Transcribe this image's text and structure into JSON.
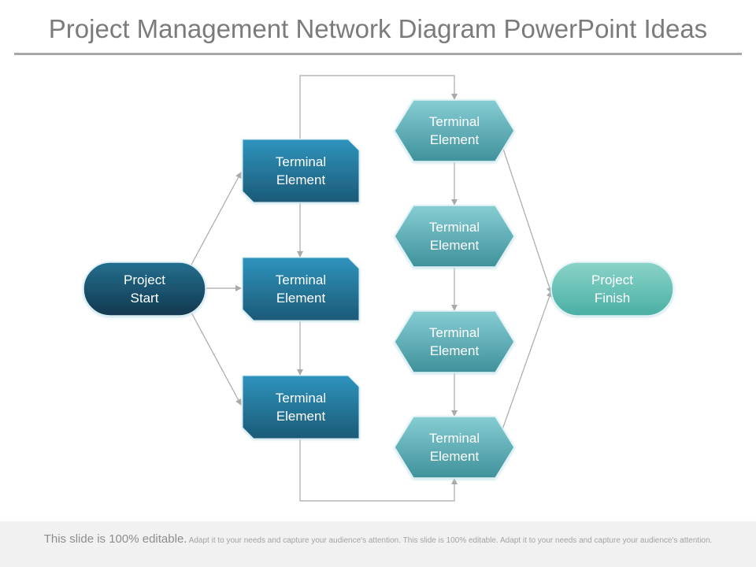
{
  "title": "Project Management Network Diagram PowerPoint Ideas",
  "colors": {
    "dark_blue": "#1f6f8f",
    "mid_blue": "#2a86ab",
    "teal": "#4ea9b3",
    "finish_teal": "#5bbfb5",
    "connector": "#a9a9a9",
    "title_text": "#7b7b7b"
  },
  "nodes": {
    "start": {
      "label": "Project\nStart",
      "shape": "stadium"
    },
    "rect1": {
      "label": "Terminal\nElement",
      "shape": "snipped-rectangle"
    },
    "rect2": {
      "label": "Terminal\nElement",
      "shape": "snipped-rectangle"
    },
    "rect3": {
      "label": "Terminal\nElement",
      "shape": "snipped-rectangle"
    },
    "hex1": {
      "label": "Terminal\nElement",
      "shape": "hexagon"
    },
    "hex2": {
      "label": "Terminal\nElement",
      "shape": "hexagon"
    },
    "hex3": {
      "label": "Terminal\nElement",
      "shape": "hexagon"
    },
    "hex4": {
      "label": "Terminal\nElement",
      "shape": "hexagon"
    },
    "finish": {
      "label": "Project\nFinish",
      "shape": "stadium"
    }
  },
  "edges": [
    [
      "start",
      "rect1"
    ],
    [
      "start",
      "rect2"
    ],
    [
      "start",
      "rect3"
    ],
    [
      "rect1",
      "rect2"
    ],
    [
      "rect2",
      "rect3"
    ],
    [
      "rect1",
      "hex1"
    ],
    [
      "rect3",
      "hex4"
    ],
    [
      "hex1",
      "hex2"
    ],
    [
      "hex2",
      "hex3"
    ],
    [
      "hex3",
      "hex4"
    ],
    [
      "hex1",
      "finish"
    ],
    [
      "hex4",
      "finish"
    ]
  ],
  "footer": {
    "lead": "This slide is 100% editable.",
    "body": "Adapt it to your needs and capture your audience's attention. This slide is 100% editable. Adapt it to your needs and capture your audience's attention."
  }
}
